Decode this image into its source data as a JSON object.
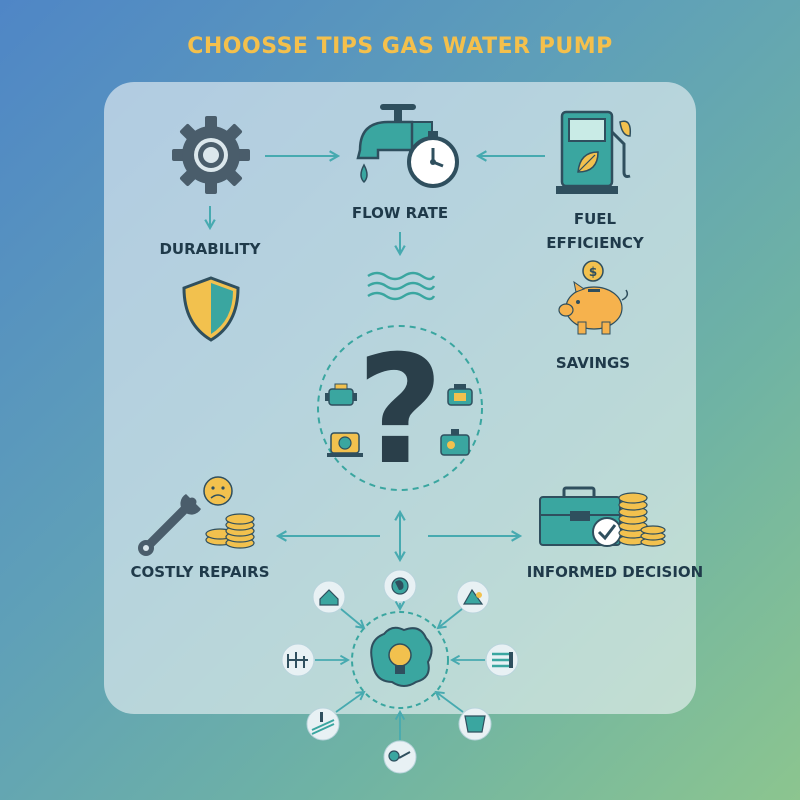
{
  "title": "CHOOSSE TIPS GAS WATER PUMP",
  "labels": {
    "flow_rate": "FLOW RATE",
    "durability": "DURABILITY",
    "fuel_line1": "FUEL",
    "fuel_line2": "EFFICIENCY",
    "savings": "SAVINGS",
    "costly_repairs": "COSTLY REPAIRS",
    "informed_decision": "INFORMED DECISION"
  },
  "central_symbol": "?",
  "colors": {
    "title": "#f4c04c",
    "teal": "#3aa6a0",
    "dark": "#2f4f5e",
    "gold": "#f2c14e",
    "orange": "#f2a33a",
    "arrow": "#47aab0"
  }
}
